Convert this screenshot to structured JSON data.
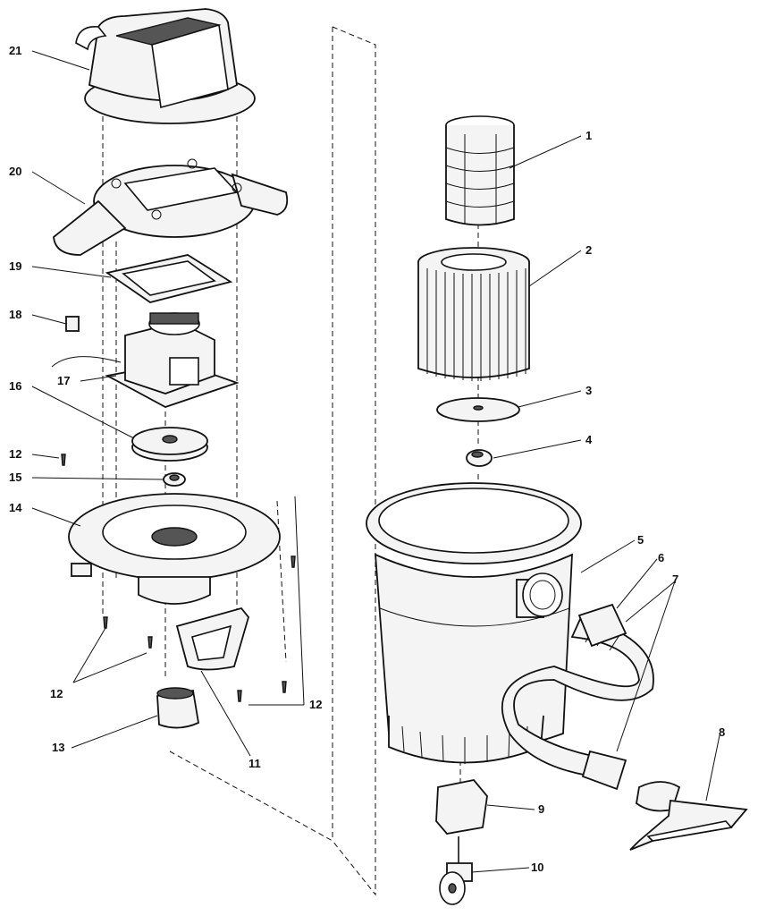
{
  "callouts": {
    "c1": "1",
    "c2": "2",
    "c3": "3",
    "c4": "4",
    "c5": "5",
    "c6": "6",
    "c7": "7",
    "c8": "8",
    "c9": "9",
    "c10": "10",
    "c11": "11",
    "c12a": "12",
    "c12b": "12",
    "c12c": "12",
    "c13": "13",
    "c14": "14",
    "c15": "15",
    "c16": "16",
    "c17": "17",
    "c18": "18",
    "c19": "19",
    "c20": "20",
    "c21": "21"
  }
}
